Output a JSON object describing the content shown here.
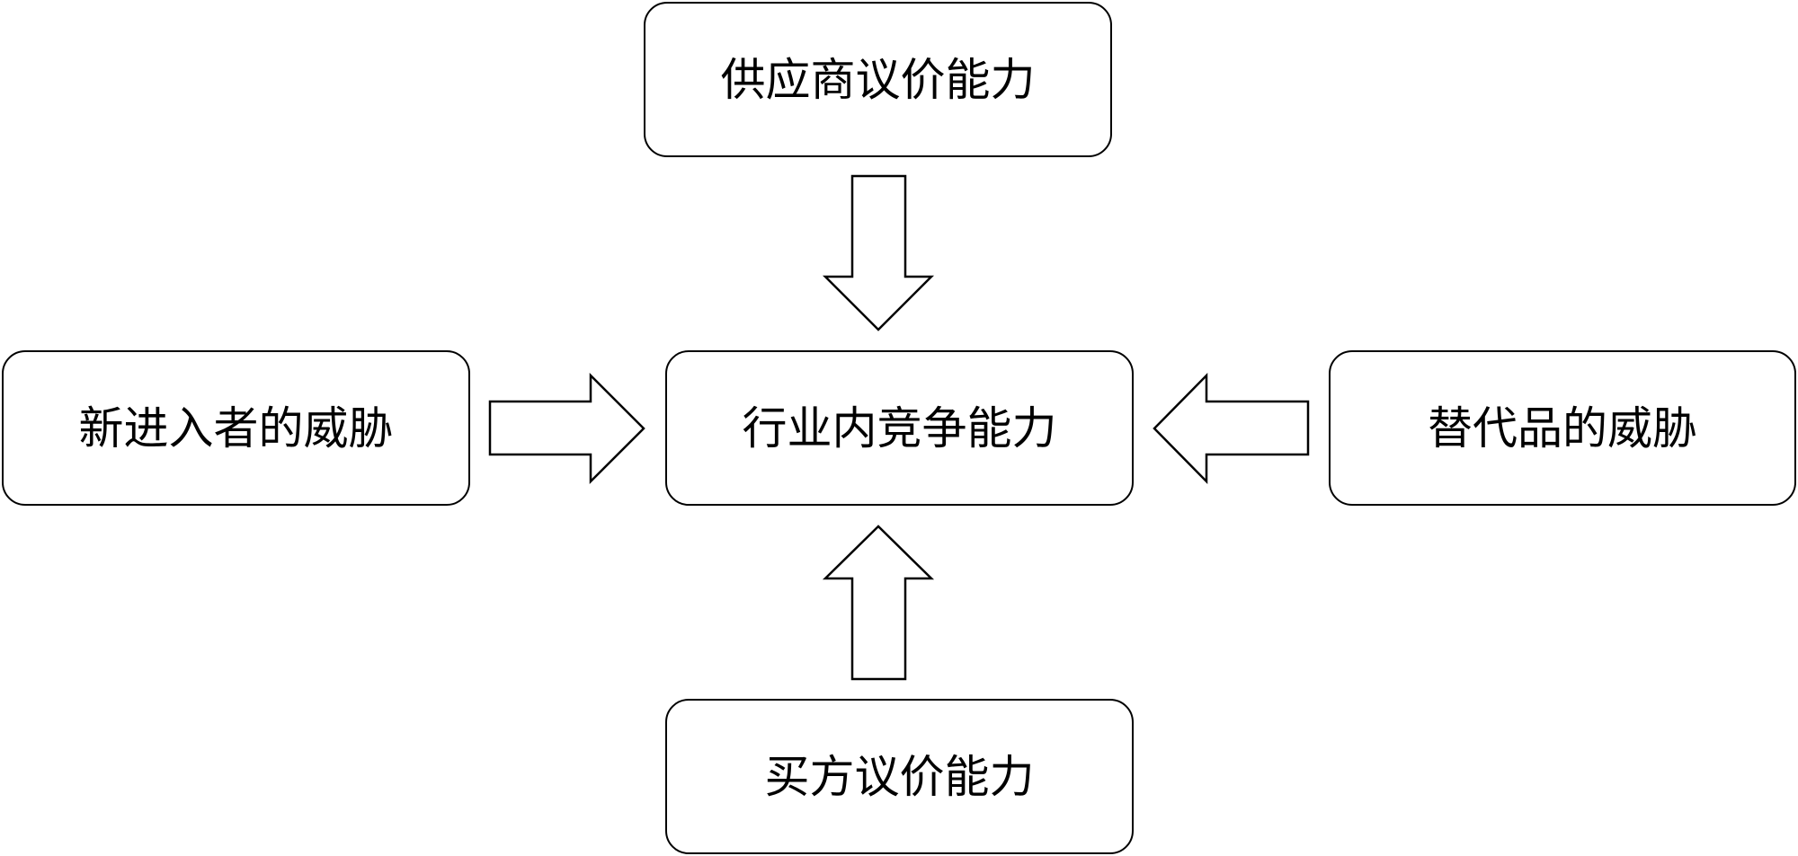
{
  "diagram": {
    "center": {
      "label": "行业内竞争能力"
    },
    "top": {
      "label": "供应商议价能力"
    },
    "left": {
      "label": "新进入者的威胁"
    },
    "right": {
      "label": "替代品的威胁"
    },
    "bottom": {
      "label": "买方议价能力"
    },
    "edges": [
      {
        "from": "top",
        "to": "center",
        "direction": "down"
      },
      {
        "from": "left",
        "to": "center",
        "direction": "right"
      },
      {
        "from": "right",
        "to": "center",
        "direction": "left"
      },
      {
        "from": "bottom",
        "to": "center",
        "direction": "up"
      }
    ],
    "colors": {
      "stroke": "#000000",
      "fill": "#ffffff",
      "text": "#000000"
    }
  }
}
